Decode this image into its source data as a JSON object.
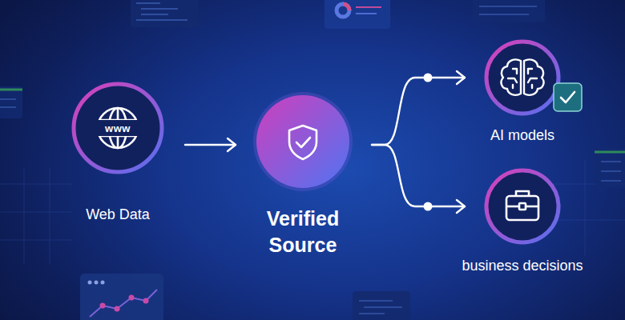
{
  "diagram": {
    "nodes": [
      {
        "text": [
          "www",
          "Web Data"
        ]
      },
      {
        "text": [
          "Verified Source"
        ]
      },
      {
        "text": [
          "AI models"
        ]
      },
      {
        "text": [
          "business decisions"
        ]
      }
    ],
    "edges": [
      {
        "from": 0,
        "to": 1,
        "arrow": "to"
      },
      {
        "from": 1,
        "to": 2,
        "arrow": "to"
      },
      {
        "from": 1,
        "to": 3,
        "arrow": "to"
      }
    ]
  }
}
